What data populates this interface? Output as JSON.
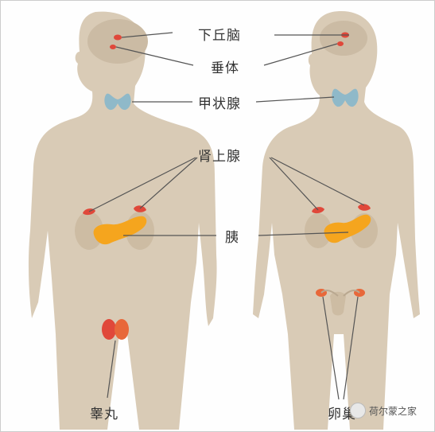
{
  "labels": {
    "hypothalamus": "下丘脑",
    "pituitary": "垂体",
    "thyroid": "甲状腺",
    "adrenal": "肾上腺",
    "pancreas": "胰",
    "testes": "睾丸",
    "ovary": "卵巢"
  },
  "watermark": {
    "text": "荷尔蒙之家",
    "icon": "wechat-account-logo-icon"
  },
  "colors": {
    "body": "#d9cbb6",
    "brain": "#cbbba4",
    "gland_red": "#e0483a",
    "pancreas": "#f5a51e",
    "thyroid": "#8fb9c9",
    "kidney": "#cdbca3",
    "line": "#555555"
  }
}
